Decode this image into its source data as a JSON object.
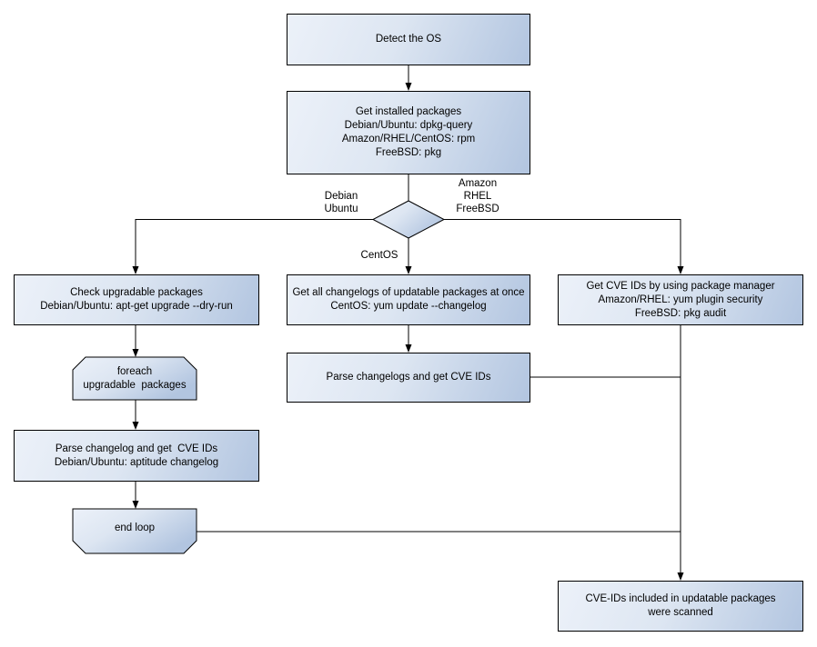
{
  "diagram": {
    "type": "flowchart",
    "background_color": "#ffffff",
    "node_border_color": "#000000",
    "node_fill_gradient": [
      "#ecf1f9",
      "#b2c5e0"
    ],
    "line_color": "#000000",
    "nodes": {
      "detect_os": {
        "shape": "rect",
        "label": "Detect the OS"
      },
      "get_installed_packages": {
        "shape": "rect",
        "label": "Get installed packages\nDebian/Ubuntu: dpkg-query\nAmazon/RHEL/CentOS: rpm\nFreeBSD: pkg"
      },
      "os_decision": {
        "shape": "diamond",
        "label": ""
      },
      "check_upgradable_packages": {
        "shape": "rect",
        "label": "Check upgradable packages\nDebian/Ubuntu: apt-get upgrade --dry-run"
      },
      "get_all_changelogs": {
        "shape": "rect",
        "label": "Get all changelogs of updatable packages at once\nCentOS: yum update --changelog"
      },
      "get_cve_ids_package_manager": {
        "shape": "rect",
        "label": "Get CVE IDs by using package manager\nAmazon/RHEL: yum plugin security\nFreeBSD: pkg audit"
      },
      "foreach_loop_start": {
        "shape": "loop-start",
        "label": "foreach\nupgradable  packages"
      },
      "parse_changelog_debian": {
        "shape": "rect",
        "label": "Parse changelog and get  CVE IDs\nDebian/Ubuntu: aptitude changelog"
      },
      "end_loop": {
        "shape": "loop-end",
        "label": "end loop"
      },
      "parse_changelogs_centos": {
        "shape": "rect",
        "label": "Parse changelogs and get CVE IDs"
      },
      "result_scanned": {
        "shape": "rect",
        "label": "CVE-IDs included in updatable packages\nwere scanned"
      }
    },
    "edge_labels": {
      "debian_ubuntu": "Debian\nUbuntu",
      "amazon_rhel_freebsd": "Amazon\nRHEL\nFreeBSD",
      "centos": "CentOS"
    }
  }
}
